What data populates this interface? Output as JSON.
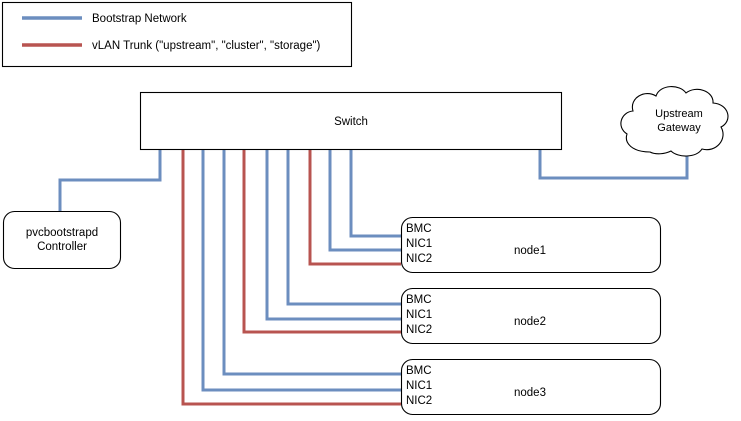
{
  "colors": {
    "bootstrap_network": "#6c8ebf",
    "vlan_trunk": "#b85450",
    "box_stroke": "#000000",
    "text": "#000000",
    "background": "#ffffff"
  },
  "legend": {
    "items": [
      {
        "label": "Bootstrap Network",
        "color": "#6c8ebf"
      },
      {
        "label": "vLAN Trunk (\"upstream\", \"cluster\", \"storage\")",
        "color": "#b85450"
      }
    ]
  },
  "switch": {
    "label": "Switch"
  },
  "cloud": {
    "label_line1": "Upstream",
    "label_line2": "Gateway"
  },
  "controller": {
    "label_line1": "pvcbootstrapd",
    "label_line2": "Controller"
  },
  "nodes": [
    {
      "title": "node1",
      "ports": [
        {
          "label": "BMC",
          "color": "#6c8ebf"
        },
        {
          "label": "NIC1",
          "color": "#6c8ebf"
        },
        {
          "label": "NIC2",
          "color": "#b85450"
        }
      ]
    },
    {
      "title": "node2",
      "ports": [
        {
          "label": "BMC",
          "color": "#6c8ebf"
        },
        {
          "label": "NIC1",
          "color": "#6c8ebf"
        },
        {
          "label": "NIC2",
          "color": "#b85450"
        }
      ]
    },
    {
      "title": "node3",
      "ports": [
        {
          "label": "BMC",
          "color": "#6c8ebf"
        },
        {
          "label": "NIC1",
          "color": "#6c8ebf"
        },
        {
          "label": "NIC2",
          "color": "#b85450"
        }
      ]
    }
  ],
  "connections": [
    {
      "name": "switch-to-controller",
      "color": "#6c8ebf"
    },
    {
      "name": "switch-to-upstream-gateway",
      "color": "#6c8ebf"
    },
    {
      "name": "switch-to-node1-bmc",
      "color": "#6c8ebf"
    },
    {
      "name": "switch-to-node1-nic1",
      "color": "#6c8ebf"
    },
    {
      "name": "switch-to-node1-nic2",
      "color": "#b85450"
    },
    {
      "name": "switch-to-node2-bmc",
      "color": "#6c8ebf"
    },
    {
      "name": "switch-to-node2-nic1",
      "color": "#6c8ebf"
    },
    {
      "name": "switch-to-node2-nic2",
      "color": "#b85450"
    },
    {
      "name": "switch-to-node3-bmc",
      "color": "#6c8ebf"
    },
    {
      "name": "switch-to-node3-nic1",
      "color": "#6c8ebf"
    },
    {
      "name": "switch-to-node3-nic2",
      "color": "#b85450"
    }
  ]
}
